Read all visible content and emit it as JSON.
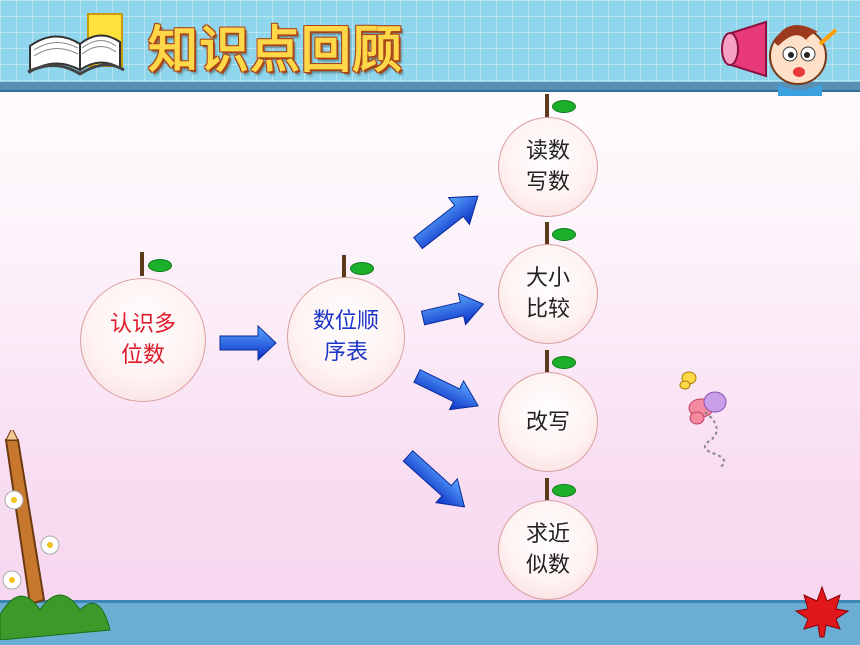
{
  "header": {
    "title": "知识点回顾"
  },
  "nodes": {
    "root": "认识多位数",
    "middle": "数位顺序表",
    "read_write": "读数写数",
    "compare": "大小比较",
    "rewrite": "改写",
    "approx": "求近似数"
  },
  "colors": {
    "root_text": "#e0192a",
    "middle_text": "#1c34c8",
    "other_text": "#222222",
    "arrow": "#1a4fe0",
    "leaf": "#1cb02a"
  },
  "icons": [
    "book-icon",
    "megaphone-mascot-icon",
    "pencil-decoration",
    "butterfly-icon",
    "maple-leaf-icon"
  ]
}
